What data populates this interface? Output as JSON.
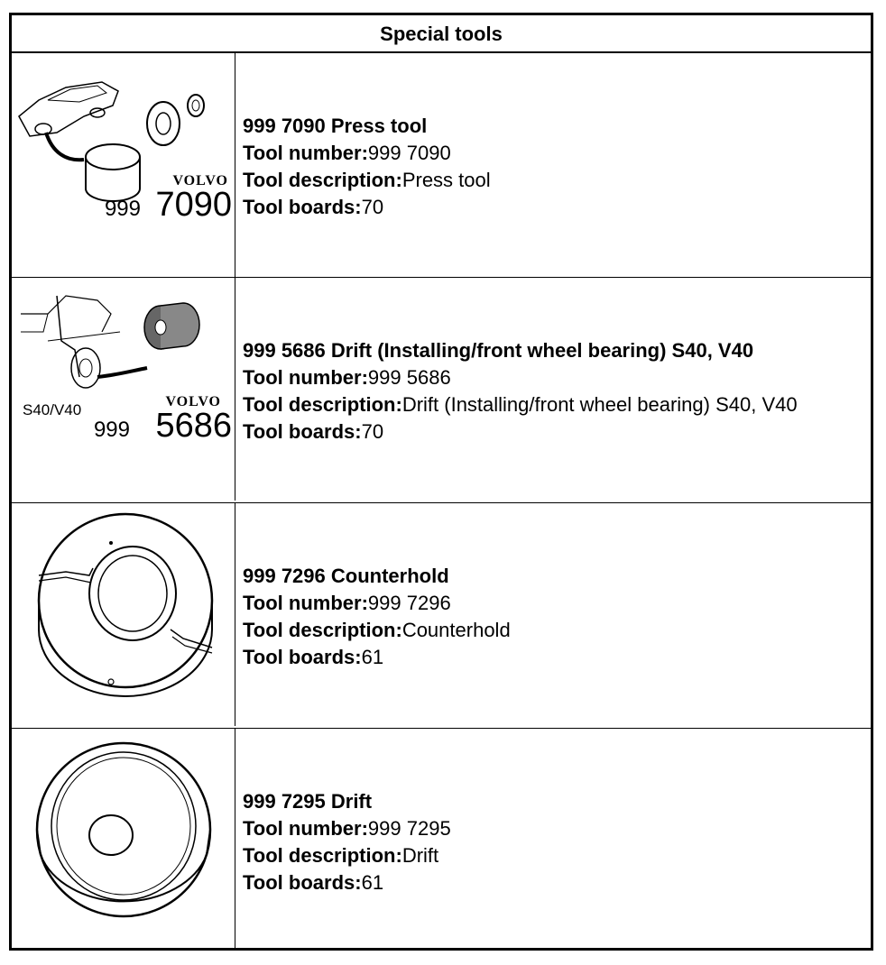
{
  "header": {
    "title": "Special tools"
  },
  "tools": [
    {
      "title": "999 7090 Press tool",
      "number_label": "Tool number:",
      "number": "999 7090",
      "desc_label": "Tool description:",
      "description": "Press tool",
      "boards_label": "Tool boards:",
      "boards": "70",
      "img_brand": "VOLVO",
      "img_prefix": "999",
      "img_code": "7090"
    },
    {
      "title": "999 5686 Drift (Installing/front wheel bearing) S40, V40",
      "number_label": "Tool number:",
      "number": "999 5686",
      "desc_label": "Tool description:",
      "description": "Drift (Installing/front wheel bearing) S40, V40",
      "boards_label": "Tool boards:",
      "boards": "70",
      "img_brand": "VOLVO",
      "img_prefix": "999",
      "img_code": "5686",
      "img_model": "S40/V40"
    },
    {
      "title": "999 7296 Counterhold",
      "number_label": "Tool number:",
      "number": "999 7296",
      "desc_label": "Tool description:",
      "description": "Counterhold",
      "boards_label": "Tool boards:",
      "boards": "61"
    },
    {
      "title": "999 7295 Drift",
      "number_label": "Tool number:",
      "number": "999 7295",
      "desc_label": "Tool description:",
      "description": "Drift",
      "boards_label": "Tool boards:",
      "boards": "61"
    }
  ]
}
